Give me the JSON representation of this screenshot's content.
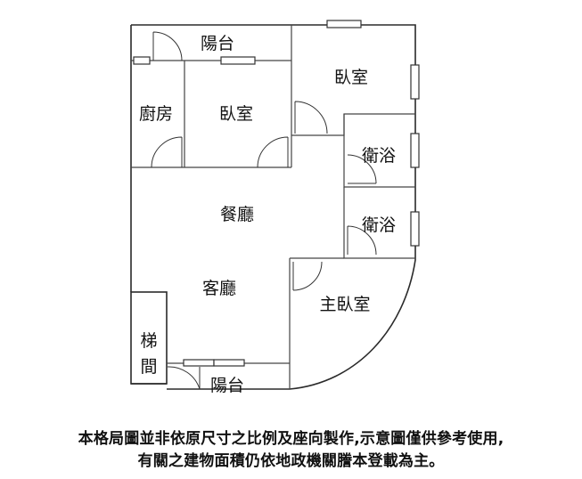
{
  "rooms": {
    "balcony_top": "陽台",
    "bedroom_right": "臥室",
    "kitchen": "廚房",
    "bedroom_left": "臥室",
    "bathroom_1": "衛浴",
    "dining": "餐廳",
    "bathroom_2": "衛浴",
    "living": "客廳",
    "master_bedroom": "主臥室",
    "stair_1": "梯",
    "stair_2": "間",
    "balcony_bottom": "陽台"
  },
  "disclaimer": {
    "line1": "本格局圖並非依原尺寸之比例及座向製作,示意圖僅供參考使用,",
    "line2": "有關之建物面積仍依地政機關謄本登載為主。"
  }
}
